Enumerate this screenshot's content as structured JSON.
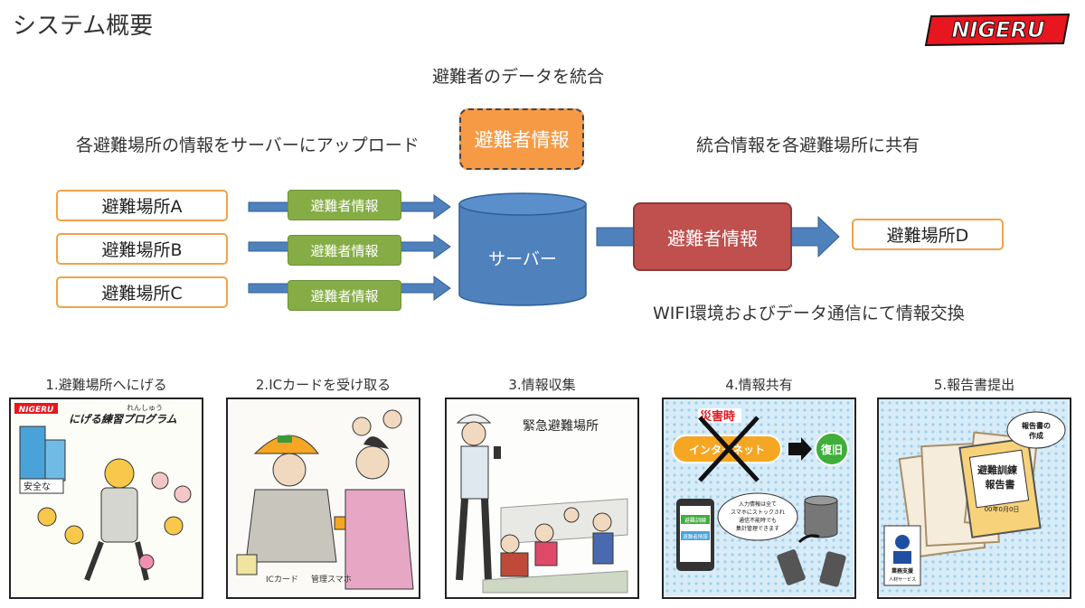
{
  "header": {
    "title": "システム概要",
    "logo_text": "NIGERU"
  },
  "captions": {
    "integrate": "避難者のデータを統合",
    "upload": "各避難場所の情報をサーバーにアップロード",
    "share": "統合情報を各避難場所に共有",
    "wifi": "WIFI環境およびデータ通信にて情報交換"
  },
  "shelters": [
    "避難場所A",
    "避難場所B",
    "避難場所C"
  ],
  "shelter_d": "避難場所D",
  "evacuee_info": "避難者情報",
  "server": "サーバー",
  "steps": [
    {
      "label": "1.避難場所へにげる",
      "panel_texts": [
        "NIGERU",
        "にげる練習プログラム",
        "れんしゅう",
        "安全な"
      ]
    },
    {
      "label": "2.ICカードを受け取る",
      "panel_texts": [
        "ICカード",
        "管理スマホ"
      ]
    },
    {
      "label": "3.情報収集",
      "panel_texts": [
        "緊急避難場所"
      ]
    },
    {
      "label": "4.情報共有",
      "panel_texts": [
        "災害時",
        "インターネット",
        "復旧",
        "避難訓練",
        "避難者情報",
        "入力情報は全て",
        "スマホにストックされ",
        "通信不能時でも",
        "集計管理できます"
      ]
    },
    {
      "label": "5.報告書提出",
      "panel_texts": [
        "報告書の",
        "作成",
        "避難訓練",
        "報告書",
        "00年0月0日",
        "業務支援",
        "人材サービス"
      ]
    }
  ],
  "colors": {
    "orange": "#f79a45",
    "green": "#86ad45",
    "red": "#c0504d",
    "server": "#4f81bd",
    "arrow": "#4f81bd"
  }
}
